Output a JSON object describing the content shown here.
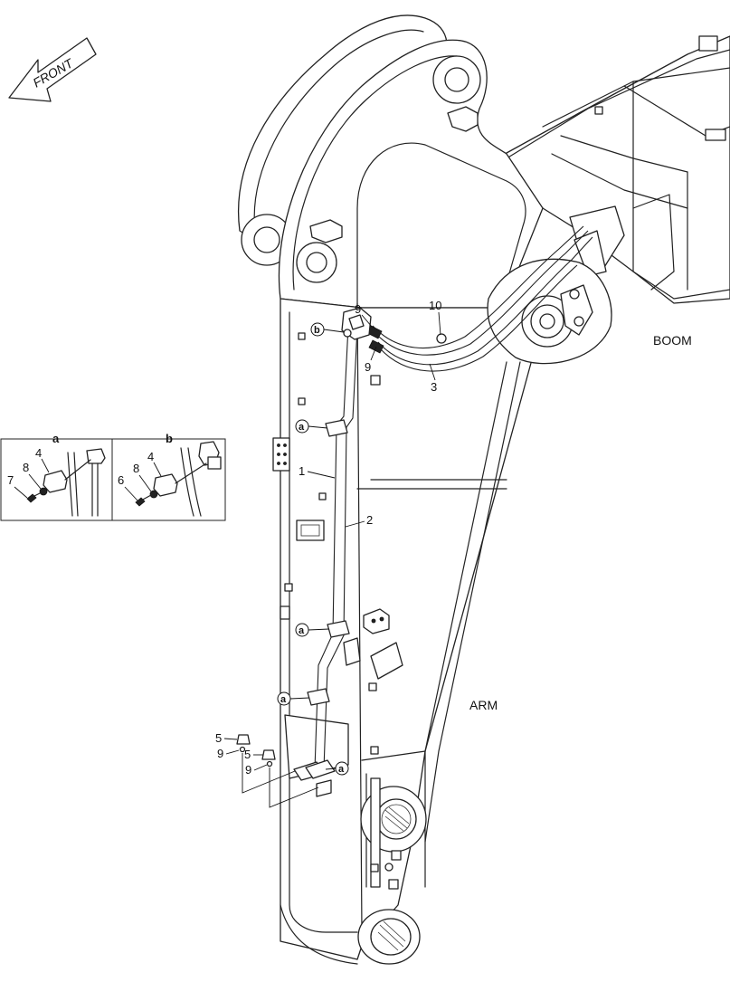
{
  "front_arrow": {
    "text": "FRONT"
  },
  "labels": {
    "boom": "BOOM",
    "arm": "ARM"
  },
  "callouts": {
    "b": "b",
    "a": "a",
    "n1": "1",
    "n2": "2",
    "n3": "3",
    "n4": "4",
    "n5": "5",
    "n6": "6",
    "n7": "7",
    "n8": "8",
    "n9": "9",
    "n10": "10"
  },
  "detail_views": {
    "a": {
      "title": "a",
      "parts": [
        "4",
        "8",
        "7"
      ]
    },
    "b": {
      "title": "b",
      "parts": [
        "4",
        "8",
        "6"
      ]
    }
  }
}
